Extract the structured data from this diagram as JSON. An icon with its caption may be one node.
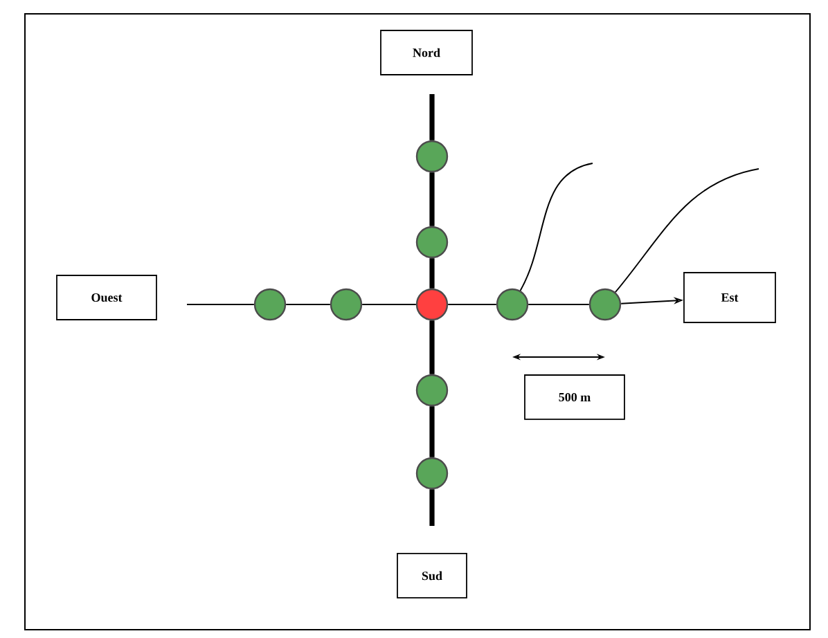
{
  "diagram": {
    "nodes": [
      {
        "text": [
          "Nord"
        ]
      },
      {
        "text": [],
        "shape": "circle"
      },
      {
        "text": [],
        "shape": "circle"
      },
      {
        "text": [
          "Ouest"
        ]
      },
      {
        "text": [],
        "shape": "circle"
      },
      {
        "text": [],
        "shape": "circle"
      },
      {
        "text": [],
        "shape": "circle"
      },
      {
        "text": [],
        "shape": "circle"
      },
      {
        "text": [],
        "shape": "circle"
      },
      {
        "text": [
          "Est"
        ]
      },
      {
        "text": [],
        "shape": "circle"
      },
      {
        "text": [],
        "shape": "circle"
      },
      {
        "text": [
          "500 m"
        ]
      },
      {
        "text": [
          "Sud"
        ]
      }
    ],
    "edges": [
      {
        "from": null,
        "to": 1,
        "arrow": "none",
        "style": "thick"
      },
      {
        "from": 1,
        "to": 2,
        "arrow": "none",
        "style": "thick"
      },
      {
        "from": 2,
        "to": 6,
        "arrow": "none",
        "style": "thick"
      },
      {
        "from": 6,
        "to": 10,
        "arrow": "none",
        "style": "thick"
      },
      {
        "from": 10,
        "to": 11,
        "arrow": "none",
        "style": "thick"
      },
      {
        "from": 11,
        "to": null,
        "arrow": "none",
        "style": "thick"
      },
      {
        "from": null,
        "to": 4,
        "arrow": "none"
      },
      {
        "from": 4,
        "to": 5,
        "arrow": "none"
      },
      {
        "from": 5,
        "to": 6,
        "arrow": "none"
      },
      {
        "from": 6,
        "to": 7,
        "arrow": "none"
      },
      {
        "from": 7,
        "to": 8,
        "arrow": "none"
      },
      {
        "from": 8,
        "to": 9,
        "arrow": "to"
      },
      {
        "from": 7,
        "to": null,
        "arrow": "none"
      },
      {
        "from": 8,
        "to": null,
        "arrow": "none"
      }
    ]
  }
}
